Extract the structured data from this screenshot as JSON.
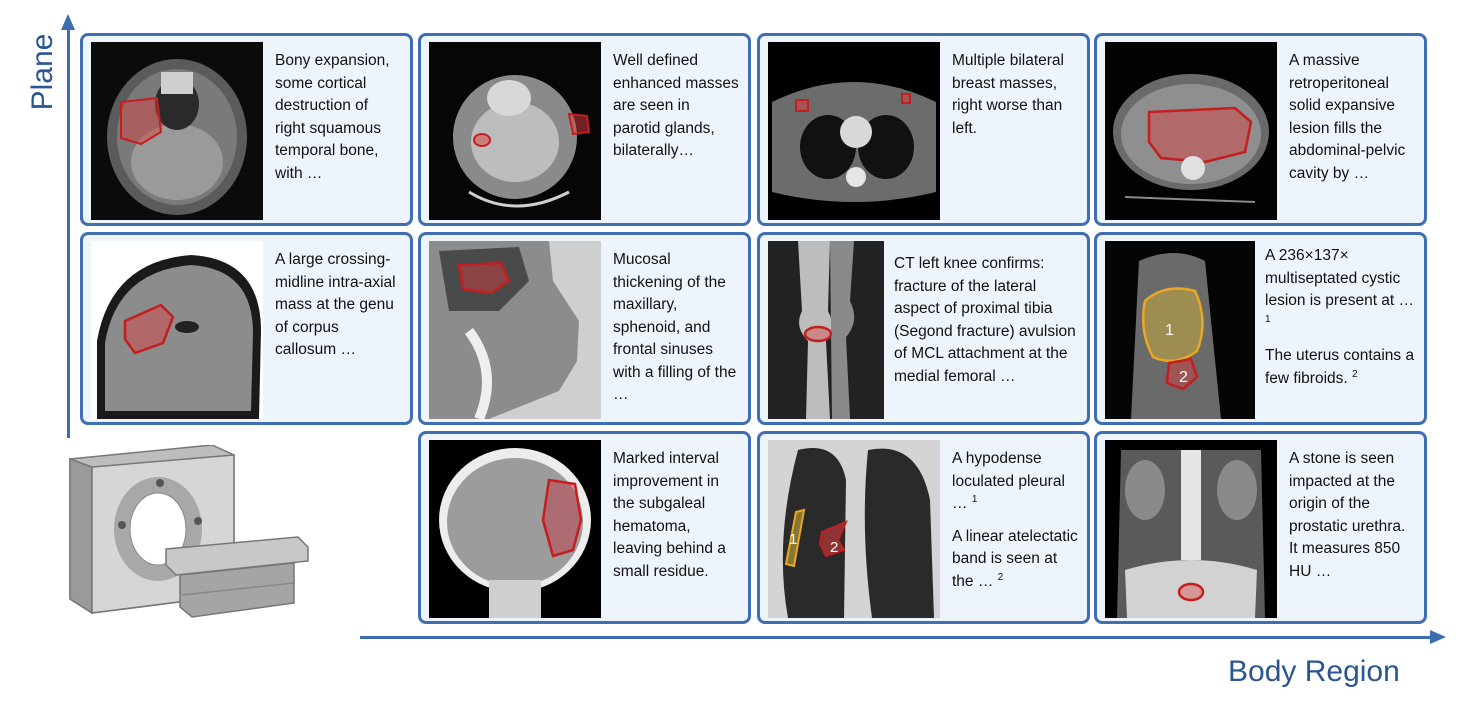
{
  "axes": {
    "y_label": "Plane",
    "x_label": "Body Region",
    "color": "#3c6db0"
  },
  "scanner_icon": "ct-scanner-icon",
  "cards": [
    {
      "id": "r1c1",
      "image": "axial-head-ct-temporal-bone",
      "texts": [
        "Bony expansion, some cortical destruction of right squamous temporal bone, with  …"
      ]
    },
    {
      "id": "r1c2",
      "image": "axial-neck-ct-parotid",
      "texts": [
        "Well defined enhanced masses are seen in parotid glands, bilaterally…"
      ]
    },
    {
      "id": "r1c3",
      "image": "axial-chest-ct-breast",
      "texts": [
        "Multiple bilateral breast masses, right worse than left."
      ]
    },
    {
      "id": "r1c4",
      "image": "axial-abdomen-ct-retroperitoneal",
      "texts": [
        "A massive retroperitoneal solid expansive lesion fills the abdominal-pelvic cavity by …"
      ]
    },
    {
      "id": "r2c1",
      "image": "sagittal-head-ct-corpus-callosum",
      "texts": [
        "A large crossing-midline intra-axial mass at the genu of corpus callosum …"
      ]
    },
    {
      "id": "r2c2",
      "image": "sagittal-sinus-ct",
      "texts": [
        "Mucosal thickening of the maxillary, sphenoid, and frontal sinuses with a filling of the …"
      ]
    },
    {
      "id": "r2c3",
      "image": "sagittal-knee-ct",
      "texts": [
        "CT left knee confirms: fracture of the lateral aspect of proximal tibia (Segond fracture) avulsion of MCL attachment at the medial femoral …"
      ]
    },
    {
      "id": "r2c4",
      "image": "sagittal-abdomen-ct-cystic-lesion",
      "texts": [
        "A 236×137× multiseptated cystic lesion is present at …",
        "The uterus contains a few fibroids."
      ],
      "refs": [
        "1",
        "2"
      ],
      "region_labels": [
        "1",
        "2"
      ]
    },
    {
      "id": "r3c2",
      "image": "coronal-head-ct-hematoma",
      "texts": [
        "Marked interval improvement in the subgaleal hematoma, leaving behind a small residue."
      ]
    },
    {
      "id": "r3c3",
      "image": "coronal-chest-ct-lung",
      "texts": [
        "A hypodense loculated pleural …",
        "A linear atelectatic band is seen at the …"
      ],
      "refs": [
        "1",
        "2"
      ],
      "region_labels": [
        "1",
        "2"
      ]
    },
    {
      "id": "r3c4",
      "image": "coronal-abdomen-ct-prostate",
      "texts": [
        "A stone is seen impacted at the origin of the prostatic urethra. It measures 850 HU …"
      ]
    }
  ]
}
